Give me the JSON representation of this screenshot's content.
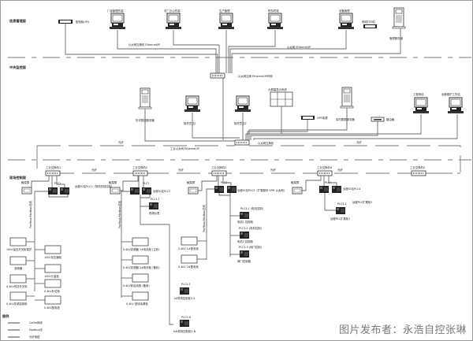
{
  "layers": {
    "management": "信息管理层",
    "monitoring": "中央监控层",
    "field": "现场控制层"
  },
  "top": {
    "ups": "配电柜UPS",
    "pcs": [
      "厂级管理终端",
      "总厂办公终端",
      "生产管理",
      "财务终端",
      "设备管理"
    ],
    "printer_label": "网络打印机",
    "server": "管理服务器",
    "eth_left": "以太网交换机 Ethernet/IP",
    "eth_right": "以太网 Ethernet/IP",
    "switch_label": "以太网交换 Ethernet/IP环网"
  },
  "mid": {
    "server_left": "历史数据服务器",
    "pc1": "操作员站1",
    "pc2": "操作员站2",
    "screen_label": "大屏幕显示系统",
    "ups_label": "UPS电源",
    "server_right": "实时数据服务器",
    "router_label": "路由器",
    "pc3": "工程师站",
    "pc4": "远程维护工作站",
    "ring_label": "光纤环网",
    "switch_label": "以太网交换机",
    "eth_label": "工业以太网 Ethernet/IP",
    "fiber_left": "光纤",
    "fiber_right": "光纤"
  },
  "field": {
    "stations": [
      {
        "switch": "工业交换机1",
        "hmi": "触摸屏",
        "plc": "PLC1",
        "plc2": "远程IO站PLC1（现场总线控制）",
        "bus": "Profibus/Modbus总线"
      },
      {
        "switch": "工业交换机2",
        "hmi": "触摸屏",
        "plc": "PLC2",
        "plc2": "远程IO站PLC2",
        "sub": "PLC2.1",
        "sub_label": "现场仪表",
        "bus": "Profibus/Modbus总线"
      },
      {
        "switch": "工业交换机3",
        "hmi": "触摸屏",
        "plc": "PLC3",
        "plc2": "远程IO站PLC3（扩展模块 SPM 以太网）",
        "bus": "Profibus/Modbus总线"
      },
      {
        "switch": "工业交换机4",
        "hmi": "触摸屏",
        "plc": "PLC4",
        "plc2": "远程IO站PLC4",
        "sub": "PLC4.1",
        "sub_label": "远程PLC扩展柜1",
        "note": "远程PLC扩展柜2"
      },
      {
        "switch": "工业交换机5"
      }
    ],
    "fiber_labels": [
      "光纤",
      "光纤",
      "光纤",
      "光纤"
    ],
    "devices_left_a": [
      "10kV高压开关柜保护",
      "变频器",
      "0.4kV低压开关柜",
      "0.4kV变频控制柜"
    ],
    "devices_left_b": [
      "10kV变压器柜",
      "10kV计量柜",
      "0.4kV补偿柜",
      "0.4kV配电柜"
    ],
    "devices_mid": [
      "0.4kV变频器 1#电机柜 (主机)",
      "0.4kV变频器 2#电机柜 (备机)",
      "0.4kV软启动柜 (备用)",
      "0.4kV 进线电源柜"
    ],
    "devices_pcs3": [
      "0.4kV 1#配电柜",
      "0.4kV 2#配电柜"
    ],
    "pcs3_subs": [
      {
        "plc": "PLC3.1 (电机控制)",
        "label": "电机1 控制柜"
      },
      {
        "plc": "PLC3.2 (电机控制)",
        "label": "电机2 控制柜"
      },
      {
        "plc": "PLC3.3 (阀门控制)",
        "label": "阀门控制箱"
      }
    ],
    "pcs2_chain": [
      {
        "plc": "PLC2.2",
        "label": "1#现场控制柜2.2"
      },
      {
        "plc": "PLC2.N",
        "label": "N#现场控制柜2.N"
      }
    ],
    "ellipsis": "⋮"
  },
  "legend": {
    "title": "图例",
    "items": [
      "Cat5e网线",
      "Modbus线",
      "光纤电缆"
    ]
  },
  "watermark": "图片发布者：永浩自控张琳"
}
